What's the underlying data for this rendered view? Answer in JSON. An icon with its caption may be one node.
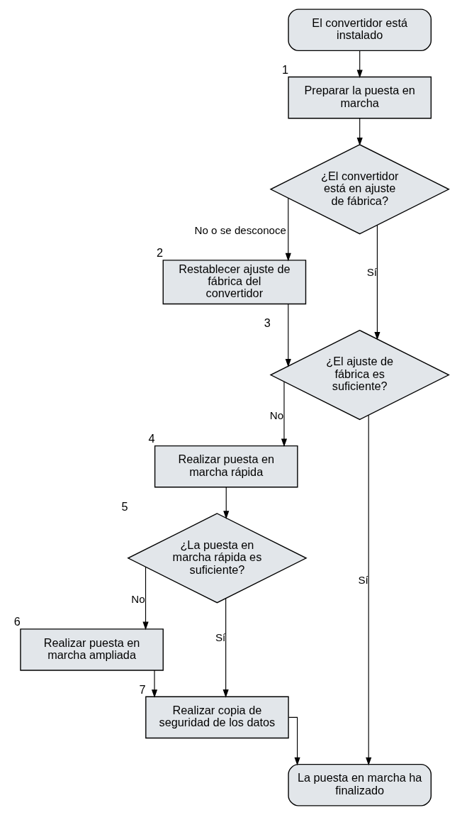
{
  "diagram": {
    "nodes": [
      {
        "text": [
          "El convertidor está instalado"
        ]
      },
      {
        "text": [
          "Preparar la puesta en marcha"
        ],
        "beside": [
          "1"
        ]
      },
      {
        "text": [
          "¿El convertidor está en ajuste de fábrica?"
        ]
      },
      {
        "text": [
          "Restablecer ajuste de fábrica del convertidor"
        ],
        "beside": [
          "2"
        ]
      },
      {
        "text": [
          "¿El ajuste de fábrica es suficiente?"
        ],
        "beside": [
          "3"
        ]
      },
      {
        "text": [
          "Realizar puesta en marcha rápida"
        ],
        "beside": [
          "4"
        ]
      },
      {
        "text": [
          "¿La puesta en marcha rápida es suficiente?"
        ],
        "beside": [
          "5"
        ]
      },
      {
        "text": [
          "Realizar puesta en marcha ampliada"
        ],
        "beside": [
          "6"
        ]
      },
      {
        "text": [
          "Realizar copia de seguridad de los datos"
        ],
        "beside": [
          "7"
        ]
      },
      {
        "text": [
          "La puesta en marcha ha finalizado"
        ]
      }
    ],
    "edges": [
      {
        "from": 0,
        "to": 1,
        "arrow": "to"
      },
      {
        "from": 1,
        "to": 2,
        "arrow": "to"
      },
      {
        "from": 2,
        "to": 3,
        "arrow": "to",
        "label": "No o se desconoce"
      },
      {
        "from": 2,
        "to": 4,
        "arrow": "to",
        "label": "Sí"
      },
      {
        "from": 3,
        "to": 4,
        "arrow": "to"
      },
      {
        "from": 4,
        "to": 5,
        "arrow": "to",
        "label": "No"
      },
      {
        "from": 4,
        "to": 9,
        "arrow": "to",
        "label": "Sí"
      },
      {
        "from": 5,
        "to": 6,
        "arrow": "to"
      },
      {
        "from": 6,
        "to": 7,
        "arrow": "to",
        "label": "No"
      },
      {
        "from": 6,
        "to": 8,
        "arrow": "to",
        "label": "Sí"
      },
      {
        "from": 7,
        "to": 8,
        "arrow": "to"
      },
      {
        "from": 8,
        "to": 9,
        "arrow": "to"
      }
    ]
  }
}
